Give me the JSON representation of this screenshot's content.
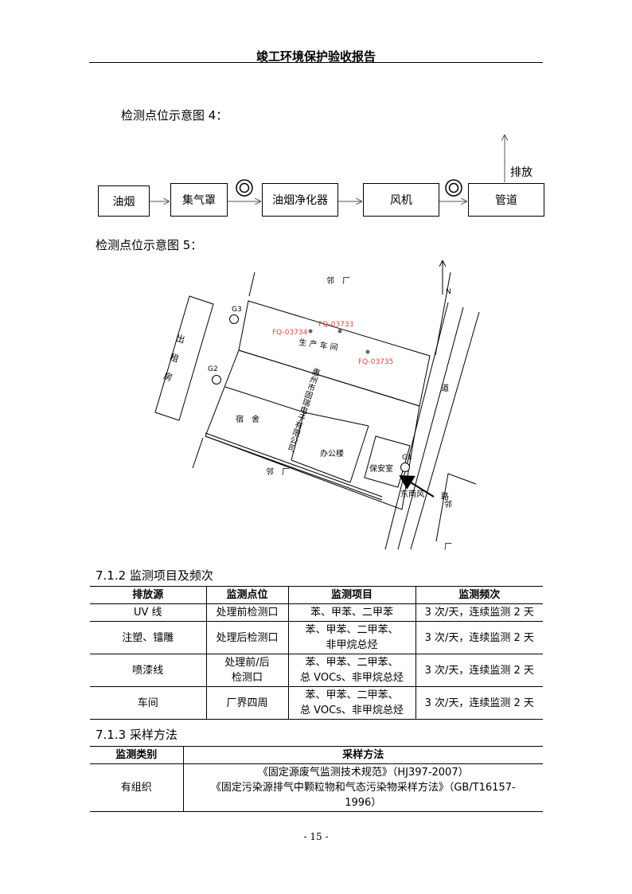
{
  "header": {
    "title": "竣工环境保护验收报告"
  },
  "figure4": {
    "caption": "检测点位示意图 4：",
    "boxes": [
      "油烟",
      "集气罩",
      "油烟净化器",
      "风机",
      "管道"
    ],
    "discharge_label": "排放"
  },
  "figure5": {
    "caption": "检测点位示意图 5：",
    "labels": {
      "neighbor_top": "邻　厂",
      "north": "N",
      "g3": "G3",
      "g2": "G2",
      "g1": "G1",
      "fq1": "FQ-03734",
      "fq2": "FQ-03733",
      "fq3": "FQ-03735",
      "workshop": "生 产 车 间",
      "rental": "出租房",
      "company": "惠州市固瑞电子有限公司",
      "dorm": "宿　舍",
      "office": "办公楼",
      "guard": "保安室",
      "neighbor_bottom": "邻　厂",
      "road": "道　路",
      "wind": "东南风",
      "neighbor_right": "邻 厂"
    }
  },
  "section712": {
    "title": "7.1.2 监测项目及频次",
    "headers": [
      "排放源",
      "监测点位",
      "监测项目",
      "监测频次"
    ],
    "rows": [
      [
        "UV 线",
        "处理前检测口",
        "苯、甲苯、二甲苯",
        "3 次/天，连续监测 2 天"
      ],
      [
        "注塑、镭雕",
        "处理后检测口",
        "苯、甲苯、二甲苯、|非甲烷总烃",
        "3 次/天，连续监测 2 天"
      ],
      [
        "喷漆线",
        "处理前/后|检测口",
        "苯、甲苯、二甲苯、|总 VOCs、非甲烷总烃",
        "3 次/天，连续监测 2 天"
      ],
      [
        "车间",
        "厂界四周",
        "苯、甲苯、二甲苯、|总 VOCs、非甲烷总烃",
        "3 次/天，连续监测 2 天"
      ]
    ]
  },
  "section713": {
    "title": "7.1.3 采样方法",
    "headers": [
      "监测类别",
      "采样方法"
    ],
    "rows": [
      [
        "有组织",
        "《固定源废气监测技术规范》（HJ397-2007）|《固定污染源排气中颗粒物和气态污染物采样方法》（GB/T16157-|1996）"
      ]
    ]
  },
  "footer": {
    "page": "- 15 -"
  }
}
